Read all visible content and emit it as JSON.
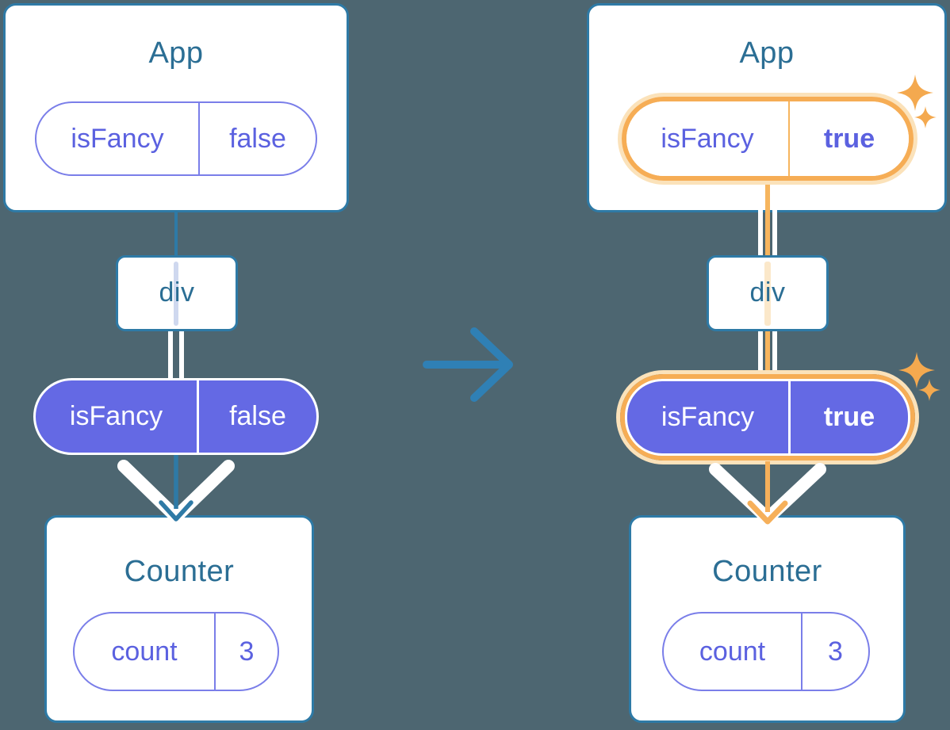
{
  "left": {
    "app_title": "App",
    "app_pill": {
      "key": "isFancy",
      "value": "false"
    },
    "div_label": "div",
    "prop_pill": {
      "key": "isFancy",
      "value": "false"
    },
    "counter_title": "Counter",
    "state_pill": {
      "key": "count",
      "value": "3"
    }
  },
  "right": {
    "app_title": "App",
    "app_pill": {
      "key": "isFancy",
      "value": "true"
    },
    "div_label": "div",
    "prop_pill": {
      "key": "isFancy",
      "value": "true"
    },
    "counter_title": "Counter",
    "state_pill": {
      "key": "count",
      "value": "3"
    }
  },
  "colors": {
    "background": "#4d6671",
    "card_fill": "#ffffff",
    "card_border_blue": "#2e7aa6",
    "title_blue": "#2b6e94",
    "purple_fill": "#6469e4",
    "purple_text": "#5b61e0",
    "purple_border": "#7a7ee9",
    "highlight_orange": "#f6ad55",
    "highlight_halo": "#fbe2ba",
    "orange_line": "#f6b55e",
    "sparkle_orange": "#f4a94f",
    "transition_arrow_blue": "#2f80b5"
  }
}
